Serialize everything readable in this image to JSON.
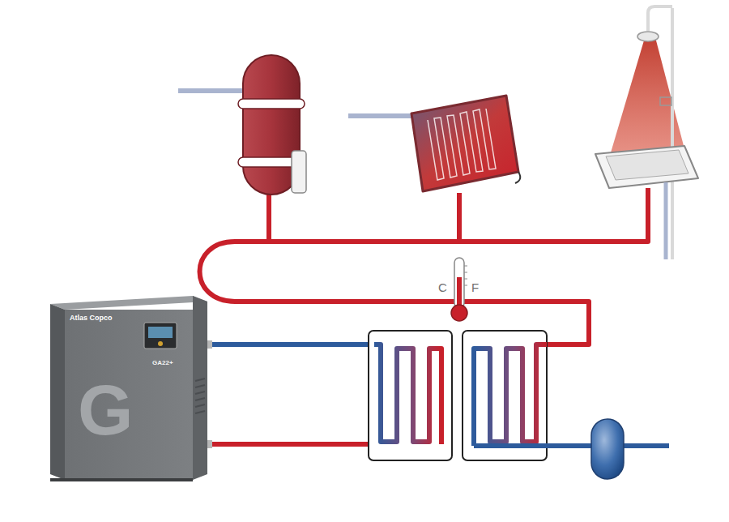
{
  "diagram": {
    "labels": [
      "Atlas Copco",
      "GA22+",
      "G",
      "C",
      "F"
    ]
  }
}
